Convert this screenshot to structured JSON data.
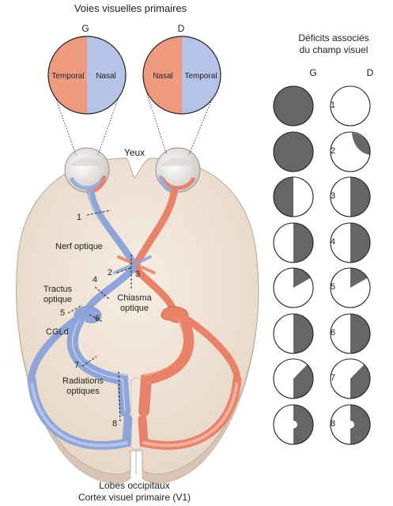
{
  "title": "Voies visuelles primaires",
  "left_eye_circle": {
    "letter": "G",
    "left_half": "Temporal",
    "right_half": "Nasal"
  },
  "right_eye_circle": {
    "letter": "D",
    "left_half": "Nasal",
    "right_half": "Temporal"
  },
  "brain_labels": {
    "eyes": "Yeux",
    "optic_nerve": "Nerf optique",
    "optic_tract_line1": "Tractus",
    "optic_tract_line2": "optique",
    "chiasm_line1": "Chiasma",
    "chiasm_line2": "optique",
    "lgn": "CGLd",
    "radiations_line1": "Radiations",
    "radiations_line2": "optiques",
    "occipital_line1": "Lobes occipitaux",
    "occipital_line2": "Cortex visuel primaire (V1)"
  },
  "lesion_numbers": [
    "1",
    "2",
    "3",
    "4",
    "5",
    "6",
    "7",
    "8"
  ],
  "deficits": {
    "title_line1": "Déficits associés",
    "title_line2": "du champ visuel",
    "col_left": "G",
    "col_right": "D",
    "rows": [
      {
        "num": "1",
        "left": "full-blind",
        "right": "intact"
      },
      {
        "num": "2",
        "left": "full-blind",
        "right": "right-temporal-small-wedge"
      },
      {
        "num": "3",
        "left": "left-half-blind",
        "right": "right-half-blind"
      },
      {
        "num": "4",
        "left": "right-half-blind",
        "right": "right-half-blind"
      },
      {
        "num": "5",
        "left": "upper-right-wedge",
        "right": "upper-right-wedge"
      },
      {
        "num": "6",
        "left": "right-half-blind",
        "right": "right-half-blind"
      },
      {
        "num": "7",
        "left": "right-half-lower-plus-part-upper",
        "right": "right-half-lower-plus-part-upper"
      },
      {
        "num": "8",
        "left": "right-half-macular-sparing",
        "right": "right-half-macular-sparing"
      }
    ]
  },
  "colors": {
    "temporal": "#ee9a7e",
    "nasal": "#b5c3e6",
    "blue_path": "#8fa5d9",
    "red_path": "#e8836a",
    "brain": "#efe3d6",
    "field_blind": "#666666"
  }
}
